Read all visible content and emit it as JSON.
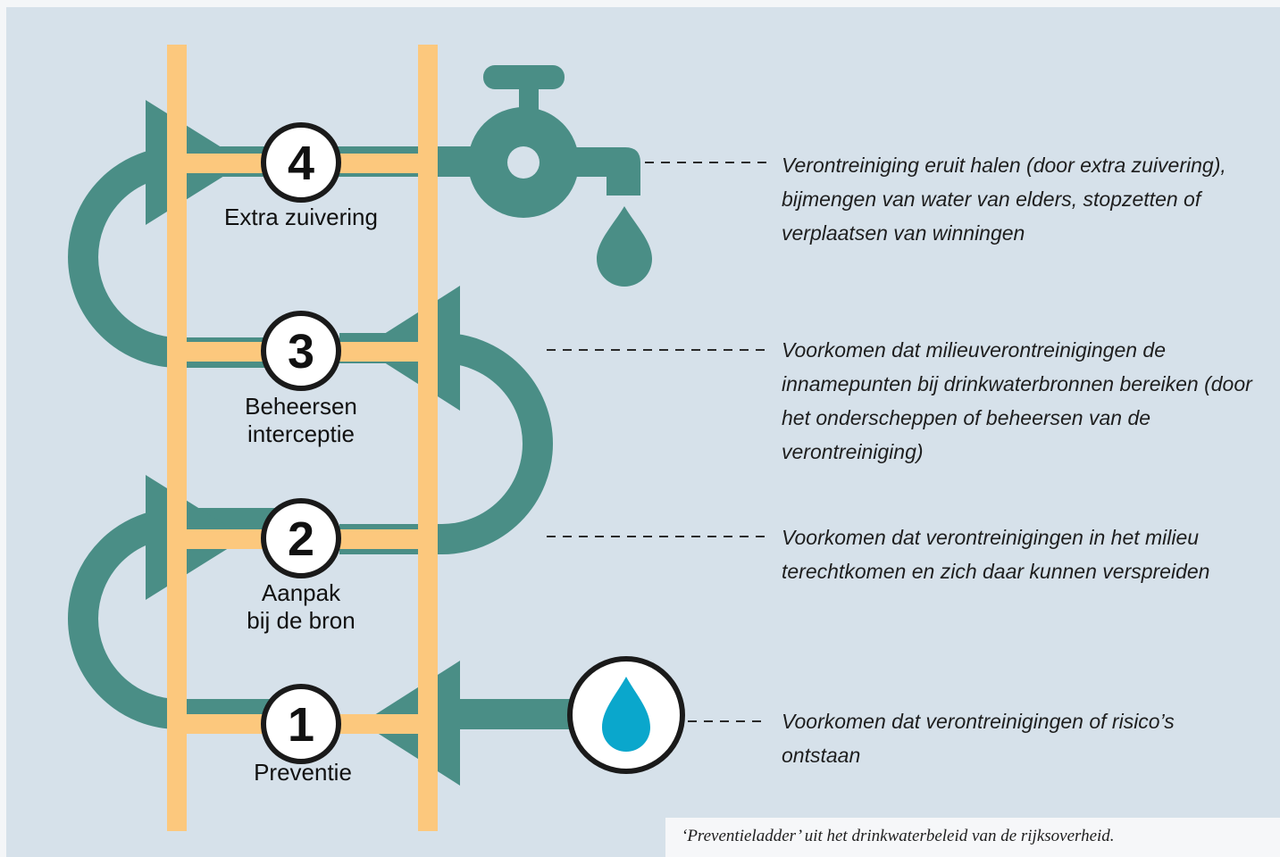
{
  "colors": {
    "background": "#d6e1ea",
    "rail": "#fcc87d",
    "pipe": "#4a8e86",
    "drop": "#0aa7cc",
    "badge_border": "#1a1a1a"
  },
  "steps": [
    {
      "number": "1",
      "label": "Preventie",
      "description": "Voorkomen dat verontreinigingen of risico’s ontstaan"
    },
    {
      "number": "2",
      "label_line1": "Aanpak",
      "label_line2": "bij de bron",
      "description": "Voorkomen dat verontreinigingen in het milieu terechtkomen en zich daar kunnen verspreiden"
    },
    {
      "number": "3",
      "label_line1": "Beheersen",
      "label_line2": "interceptie",
      "description": "Voorkomen dat milieuverontreinigingen de innamepunten bij drinkwaterbronnen bereiken (door het onderscheppen of beheersen van de verontreiniging)"
    },
    {
      "number": "4",
      "label": "Extra zuivering",
      "description": "Verontreiniging eruit halen (door extra zuivering), bijmengen van water van elders, stopzetten of verplaatsen van winningen"
    }
  ],
  "icons": {
    "top": "water-tap-icon",
    "bottom": "water-drop-icon"
  },
  "caption": "‘Preventieladder’ uit het drinkwaterbeleid van de rijksoverheid."
}
